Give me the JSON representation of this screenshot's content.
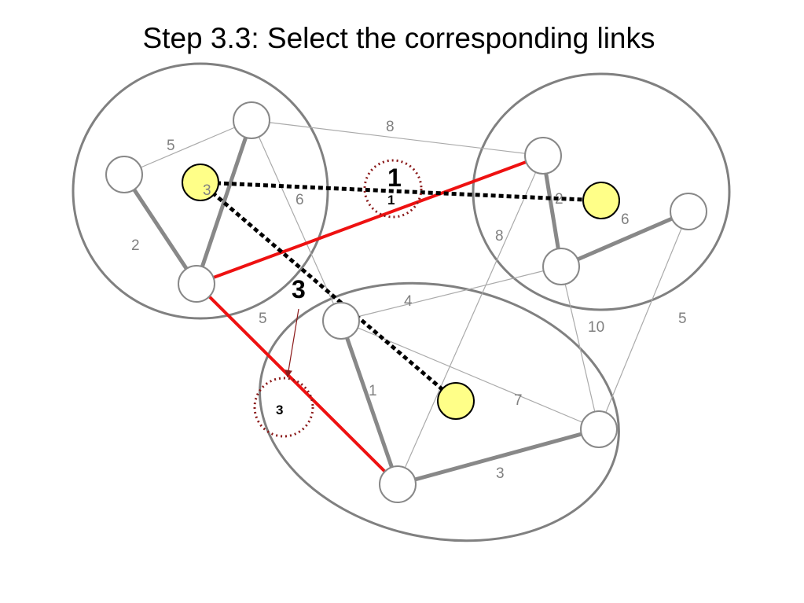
{
  "title": "Step 3.3: Select the corresponding links",
  "colors": {
    "node_fill": "#ffffff",
    "node_stroke": "#888888",
    "highlight_node": "#ffff88",
    "highlight_stroke": "#000000",
    "selected_link": "#ee1111",
    "marker": "#8b1a1a",
    "cluster": "#808080",
    "thin_link": "#aaaaaa",
    "thick_link": "#888888"
  },
  "labels": {
    "w5_left": "5",
    "w2": "2",
    "w3_left": "3",
    "w6_left": "6",
    "w8_top": "8",
    "w2_right": "2",
    "w6_right": "6",
    "w8_mid": "8",
    "w4": "4",
    "w5_mid": "5",
    "w1": "1",
    "w7": "7",
    "w10": "10",
    "w5_far": "5",
    "w3_bottom": "3",
    "marker1_big": "1",
    "marker1_small": "1",
    "marker3_big": "3",
    "marker3_small": "3"
  }
}
